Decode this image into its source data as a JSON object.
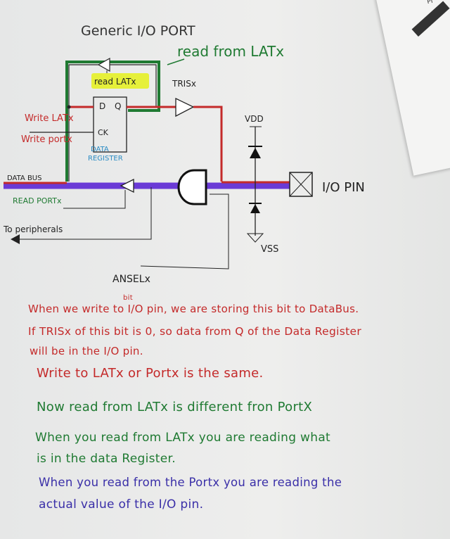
{
  "diagram": {
    "title": "Generic I/O PORT",
    "read_from_latx": "read from LATx",
    "read_latx": "read LATx",
    "trisx": "TRISx",
    "d": "D",
    "q": "Q",
    "ck": "CK",
    "write_latx": "Write LATx",
    "write_portx": "Write portx",
    "data_register_line1": "DATA",
    "data_register_line2": "REGISTER",
    "vdd": "VDD",
    "vss": "VSS",
    "io_pin": "I/O PIN",
    "data_bus": "DATA BUS",
    "read_portx": "READ PORTx",
    "to_peripherals": "To peripherals",
    "anselx": "ANSELx",
    "highlight_color": "#e6f03a"
  },
  "notes": {
    "bit_insert": "bit",
    "line1": "When we write to I/O pin, we are storing this bit to DataBus.",
    "line2": "If TRISx of this bit is 0, so data from Q of the Data Register",
    "line3": "will be in the I/O pin.",
    "line4": "Write to LATx or Portx is the same.",
    "line5": "Now read from LATx is different fron PortX",
    "line6": "When you read from LATx you are reading what",
    "line7": "is in the data Register.",
    "line8": "When you read from the Portx you are reading the",
    "line9": "actual value of the I/O pin."
  },
  "side_page": {
    "label": "PI"
  }
}
